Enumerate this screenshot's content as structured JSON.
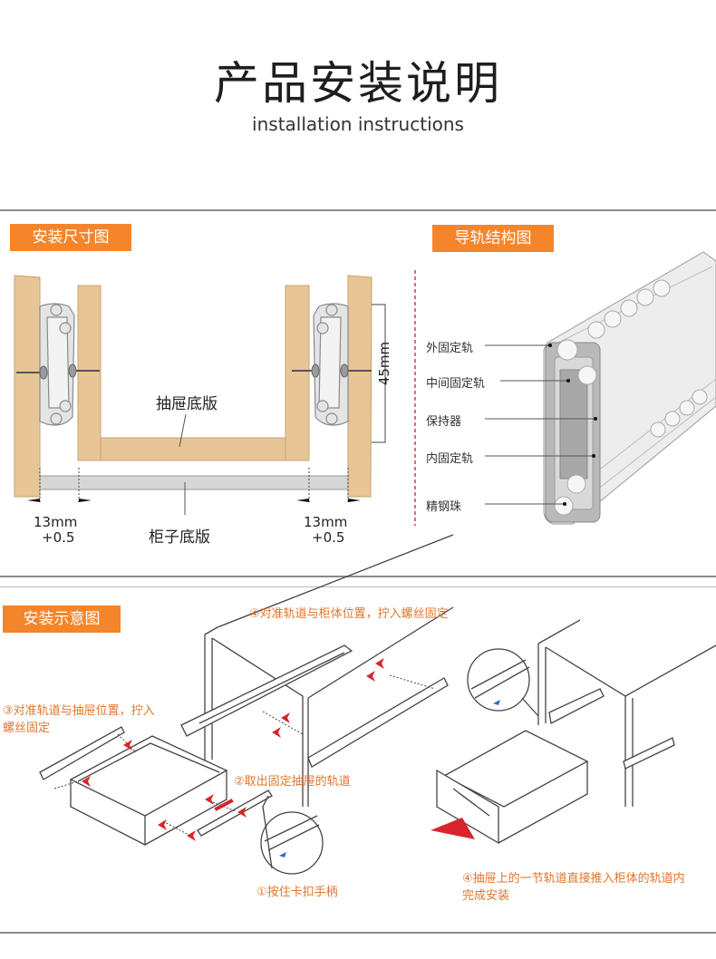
{
  "header": {
    "title": "产品安装说明",
    "subtitle": "installation instructions"
  },
  "colors": {
    "accent": "#f5852a",
    "wood": "#e8c596",
    "annotation_orange": "#e2762c",
    "arrow_red": "#d9242b",
    "guide_dash": "#d63a4a"
  },
  "dimension_section": {
    "badge": "安装尺寸图",
    "drawer_bottom_label": "抽屉底版",
    "cabinet_bottom_label": "柜子底版",
    "rail_height": "45mm",
    "left_gap": {
      "value": "13mm",
      "tolerance": "+0.5"
    },
    "right_gap": {
      "value": "13mm",
      "tolerance": "+0.5"
    }
  },
  "structure_section": {
    "badge": "导轨结构图",
    "parts": [
      "外固定轨",
      "中间固定轨",
      "保持器",
      "内固定轨",
      "精钢珠"
    ]
  },
  "install_section": {
    "badge": "安装示意图",
    "steps": {
      "step1": "①按住卡扣手柄",
      "step2": "②取出固定抽屉的轨道",
      "step3_line1": "③对准轨道与抽屉位置，拧入",
      "step3_line2": "螺丝固定",
      "step4a": "④对准轨道与柜体位置，拧入螺丝固定",
      "step4b_line1": "④抽屉上的一节轨道直接推入柜体的轨道内",
      "step4b_line2": "完成安装"
    }
  }
}
